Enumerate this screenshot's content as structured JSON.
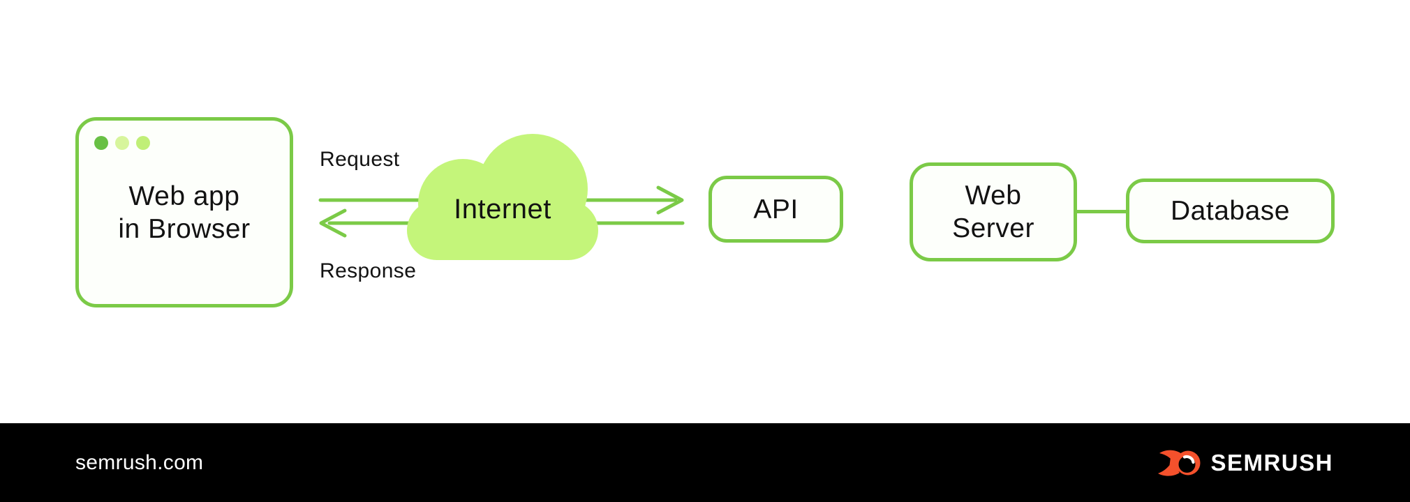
{
  "diagram": {
    "browser": {
      "lines": [
        "Web app",
        "in Browser"
      ]
    },
    "request_label": "Request",
    "response_label": "Response",
    "internet_label": "Internet",
    "api_label": "API",
    "web_server": {
      "lines": [
        "Web",
        "Server"
      ]
    },
    "database_label": "Database"
  },
  "footer": {
    "site": "semrush.com",
    "brand": "SEMRUSH"
  },
  "icons": {
    "browser_traffic_dots": "traffic-light-dots",
    "cloud": "internet-cloud-icon",
    "brand_mark": "semrush-flame-icon"
  },
  "colors": {
    "accent_green": "#7bca47",
    "cloud_green": "#c4f57a",
    "dot_dark_green": "#68c044",
    "dot_pale_green": "#d7f59c",
    "dot_light_green": "#c0ef77",
    "brand_orange": "#f4512c",
    "footer_background": "#000000",
    "node_background": "#fdfffb",
    "text_color": "#121212"
  }
}
